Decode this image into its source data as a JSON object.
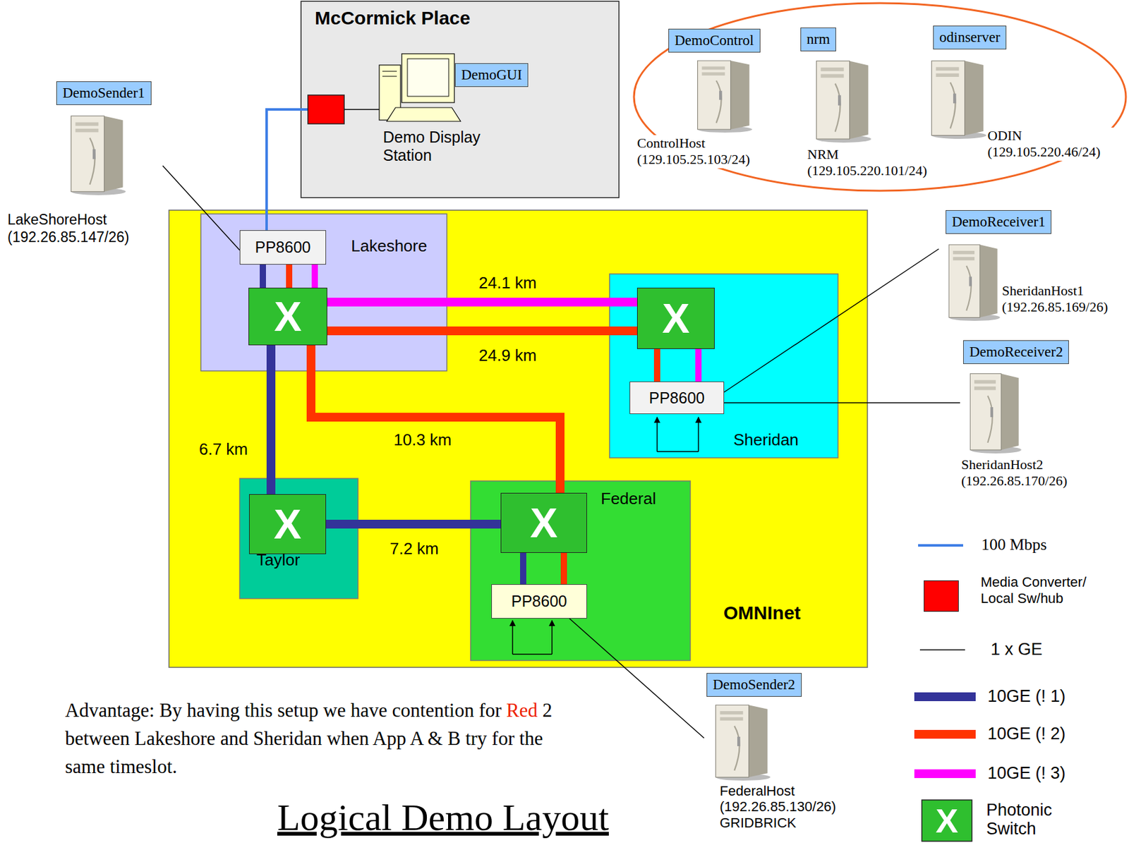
{
  "diagram": {
    "title": "Logical Demo Layout",
    "nodes": [
      {
        "text": [
          "McCormick Place"
        ]
      },
      {
        "text": [
          "DemoGUI",
          "Demo Display Station"
        ],
        "in": 0
      },
      {
        "text": [
          "DemoControl",
          "ControlHost (129.105.25.103/24)"
        ]
      },
      {
        "text": [
          "nrm",
          "NRM (129.105.220.101/24)"
        ]
      },
      {
        "text": [
          "odinserver",
          "ODIN (129.105.220.46/24)"
        ]
      },
      {
        "text": [
          "DemoSender1",
          "LakeShoreHost (192.26.85.147/26)"
        ]
      },
      {
        "text": [
          "OMNInet"
        ]
      },
      {
        "text": [
          "Lakeshore"
        ],
        "in": 6
      },
      {
        "text": [
          "PP8600"
        ],
        "in": 7
      },
      {
        "text": [
          "X"
        ],
        "in": 7
      },
      {
        "text": [
          "Sheridan"
        ],
        "in": 6
      },
      {
        "text": [
          "X"
        ],
        "in": 10
      },
      {
        "text": [
          "PP8600"
        ],
        "in": 10
      },
      {
        "text": [
          "DemoReceiver1",
          "SheridanHost1 (192.26.85.169/26)"
        ]
      },
      {
        "text": [
          "DemoReceiver2",
          "SheridanHost2 (192.26.85.170/26)"
        ]
      },
      {
        "text": [
          "Taylor"
        ],
        "in": 6
      },
      {
        "text": [
          "X"
        ],
        "in": 15
      },
      {
        "text": [
          "Federal"
        ],
        "in": 6
      },
      {
        "text": [
          "X"
        ],
        "in": 17
      },
      {
        "text": [
          "PP8600"
        ],
        "in": 17
      },
      {
        "text": [
          "DemoSender2",
          "FederalHost (192.26.85.130/26) GRIDBRICK"
        ]
      }
    ],
    "edges": [
      {
        "from": 8,
        "to": 1,
        "arrow": "none"
      },
      {
        "from": 5,
        "to": 8,
        "arrow": "none"
      },
      {
        "from": 8,
        "to": 9,
        "arrow": "none"
      },
      {
        "from": 8,
        "to": 9,
        "arrow": "none"
      },
      {
        "from": 8,
        "to": 9,
        "arrow": "none"
      },
      {
        "from": 9,
        "to": 11,
        "label": "24.1 km",
        "arrow": "none"
      },
      {
        "from": 9,
        "to": 11,
        "label": "24.9 km",
        "arrow": "none"
      },
      {
        "from": 9,
        "to": 16,
        "label": "6.7 km",
        "arrow": "none"
      },
      {
        "from": 9,
        "to": 18,
        "label": "10.3 km",
        "arrow": "none"
      },
      {
        "from": 16,
        "to": 18,
        "label": "7.2 km",
        "arrow": "none"
      },
      {
        "from": 11,
        "to": 12,
        "arrow": "none"
      },
      {
        "from": 11,
        "to": 12,
        "arrow": "none"
      },
      {
        "from": 12,
        "to": 13,
        "arrow": "none"
      },
      {
        "from": 12,
        "to": 14,
        "arrow": "none"
      },
      {
        "from": 18,
        "to": 19,
        "arrow": "none"
      },
      {
        "from": 18,
        "to": 19,
        "arrow": "none"
      },
      {
        "from": 19,
        "to": 20,
        "arrow": "none"
      }
    ],
    "labels": [
      "Advantage: By having this setup we have contention for",
      "Red",
      "2 between Lakeshore and Sheridan when App A & B try for the same timeslot.",
      "X"
    ],
    "legend": [
      {
        "text": "100 Mbps"
      },
      {
        "text": "Media Converter/ Local Sw/hub",
        "color": "#ff0000"
      },
      {
        "text": "1 x GE"
      },
      {
        "text": "10GE (! 1)",
        "color": "#333399"
      },
      {
        "text": "10GE (! 2)",
        "color": "#ff3300"
      },
      {
        "text": "10GE (! 3)",
        "color": "#ff00ff"
      },
      {
        "text": "Photonic Switch"
      }
    ]
  }
}
